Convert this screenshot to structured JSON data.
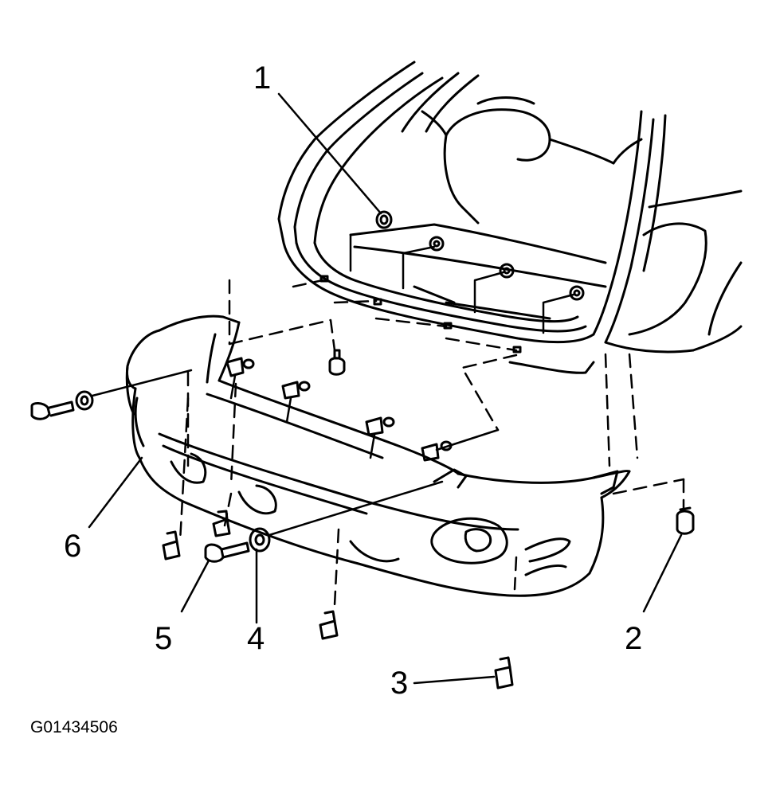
{
  "figure": {
    "id_label": "G01434506"
  },
  "callouts": [
    {
      "number": "1"
    },
    {
      "number": "2"
    },
    {
      "number": "3"
    },
    {
      "number": "4"
    },
    {
      "number": "5"
    },
    {
      "number": "6"
    }
  ],
  "colors": {
    "ink": "#000000",
    "paper": "#ffffff"
  }
}
